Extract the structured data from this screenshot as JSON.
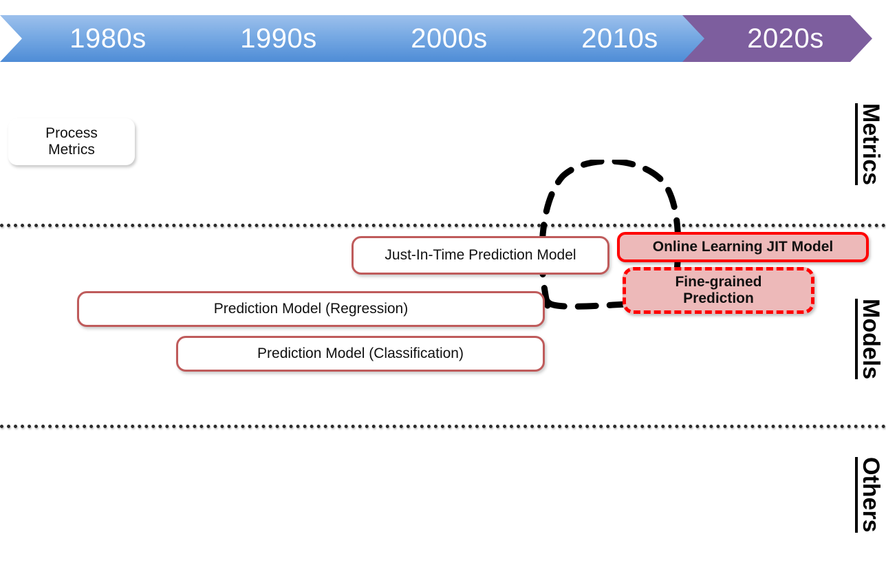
{
  "timeline": {
    "name": "decade-timeline",
    "periods": [
      {
        "label": "1980s",
        "style": "blue"
      },
      {
        "label": "1990s",
        "style": "blue"
      },
      {
        "label": "2000s",
        "style": "blue"
      },
      {
        "label": "2010s",
        "style": "blue"
      },
      {
        "label": "2020s",
        "style": "purple"
      }
    ],
    "colors": {
      "blue_light": "#9CC0EC",
      "blue_dark": "#4E8CD6",
      "purple": "#7D5E9E",
      "text": "#FFFFFF"
    }
  },
  "sections": [
    {
      "label": "Metrics"
    },
    {
      "label": "Models"
    },
    {
      "label": "Others"
    }
  ],
  "boxes": {
    "process_metrics": "Process\nMetrics",
    "process_metrics_line1": "Process",
    "process_metrics_line2": "Metrics",
    "jit_prediction_model": "Just-In-Time Prediction Model",
    "online_learning_jit_model": "Online Learning JIT Model",
    "fine_grained_line1": "Fine-grained",
    "fine_grained_line2": "Prediction",
    "prediction_model_regression": "Prediction Model (Regression)",
    "prediction_model_classification": "Prediction Model (Classification)"
  },
  "colors": {
    "navy_border": "#1F4166",
    "brick_border": "#BF5B5B",
    "red_border": "#FF0000",
    "pink_fill": "#EDB9B9",
    "dotted_separator": "#2B2B2B",
    "loop_dash": "#000000"
  }
}
